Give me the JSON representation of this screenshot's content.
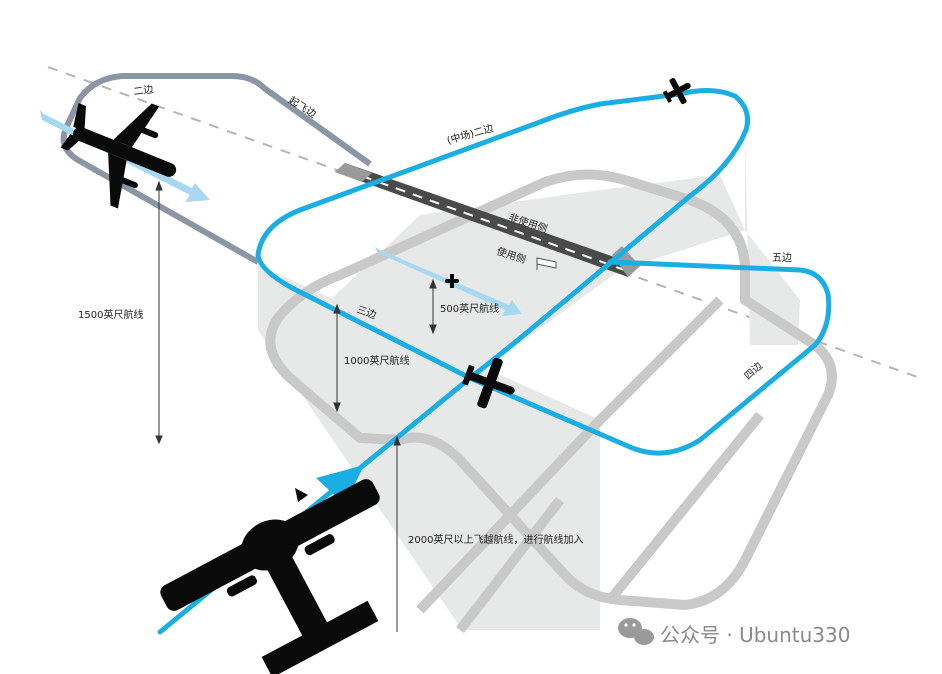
{
  "labels": {
    "crosswind": "二边",
    "upwind": "起飞边",
    "midfield_crosswind": "(中场)二边",
    "non_traffic_side": "非使用侧",
    "traffic_side": "使用侧",
    "downwind": "三边",
    "alt_500": "500英尺航线",
    "base": "四边",
    "final": "五边",
    "alt_1500": "1500英尺航线",
    "alt_1000": "1000英尺航线",
    "alt_2000": "2000英尺以上飞越航线，进行航线加入"
  },
  "watermark": {
    "prefix": "公众号 · ",
    "name": "Ubuntu330"
  },
  "colors": {
    "pattern_blue": "#1aaee5",
    "pattern_gray": "#c9c9c9",
    "slate": "#8a96a3",
    "runway": "#4a4a4a",
    "aircraft": "#0a0a0a",
    "arrow_light_blue": "#a8d8f0",
    "area_fill": "#e7e8e8"
  },
  "icons": [
    "wechat-icon",
    "aircraft-icon",
    "wind-sock-icon",
    "direction-arrow-icon"
  ]
}
